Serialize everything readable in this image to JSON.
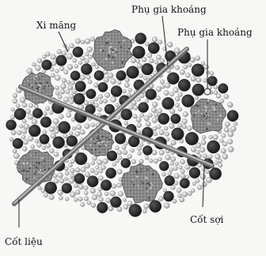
{
  "labels": {
    "cement": "Xi măng",
    "mineral_admixture_top": "Phụ gia khoáng",
    "mineral_admixture_right": "Phụ gia khoáng",
    "fiber": "Cốt sợi",
    "aggregate": "Cốt liệu"
  },
  "colors": {
    "background": "#f7f7f5",
    "large_particle": "#2b2b2b",
    "small_particle": "#e6e6e6",
    "aggregate": "#8a8a8a",
    "fiber": "#9a9a9a",
    "text": "#111111"
  }
}
